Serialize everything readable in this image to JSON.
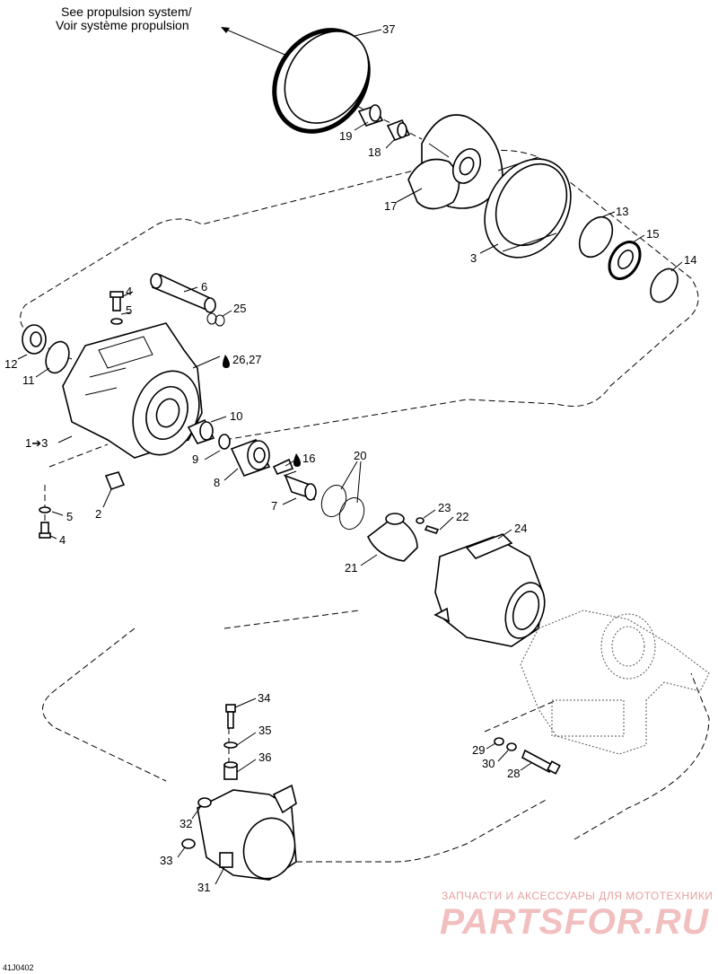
{
  "caption": {
    "line1": "See propulsion system/",
    "line2": "Voir système propulsion"
  },
  "refs": {
    "r37": "37",
    "r19": "19",
    "r18": "18",
    "r17": "17",
    "r3": "3",
    "r13": "13",
    "r15": "15",
    "r14": "14",
    "r6": "6",
    "r4a": "4",
    "r25": "25",
    "r5a": "5",
    "r26_27": "26,27",
    "r12": "12",
    "r11": "11",
    "r1to3": "1➔3",
    "r10": "10",
    "r9": "9",
    "r8": "8",
    "r16": "16",
    "r20": "20",
    "r7": "7",
    "r2": "2",
    "r5b": "5",
    "r4b": "4",
    "r23": "23",
    "r22": "22",
    "r21": "21",
    "r24": "24",
    "r34": "34",
    "r35": "35",
    "r36": "36",
    "r29": "29",
    "r30": "30",
    "r28": "28",
    "r32": "32",
    "r33": "33",
    "r31": "31"
  },
  "diagram_code": "41J0402",
  "watermark": {
    "top": "ЗАПЧАСТИ И АКСЕССУАРЫ ДЛЯ МОТОТЕХНИКИ",
    "brand": "PARTSFOR.RU"
  }
}
